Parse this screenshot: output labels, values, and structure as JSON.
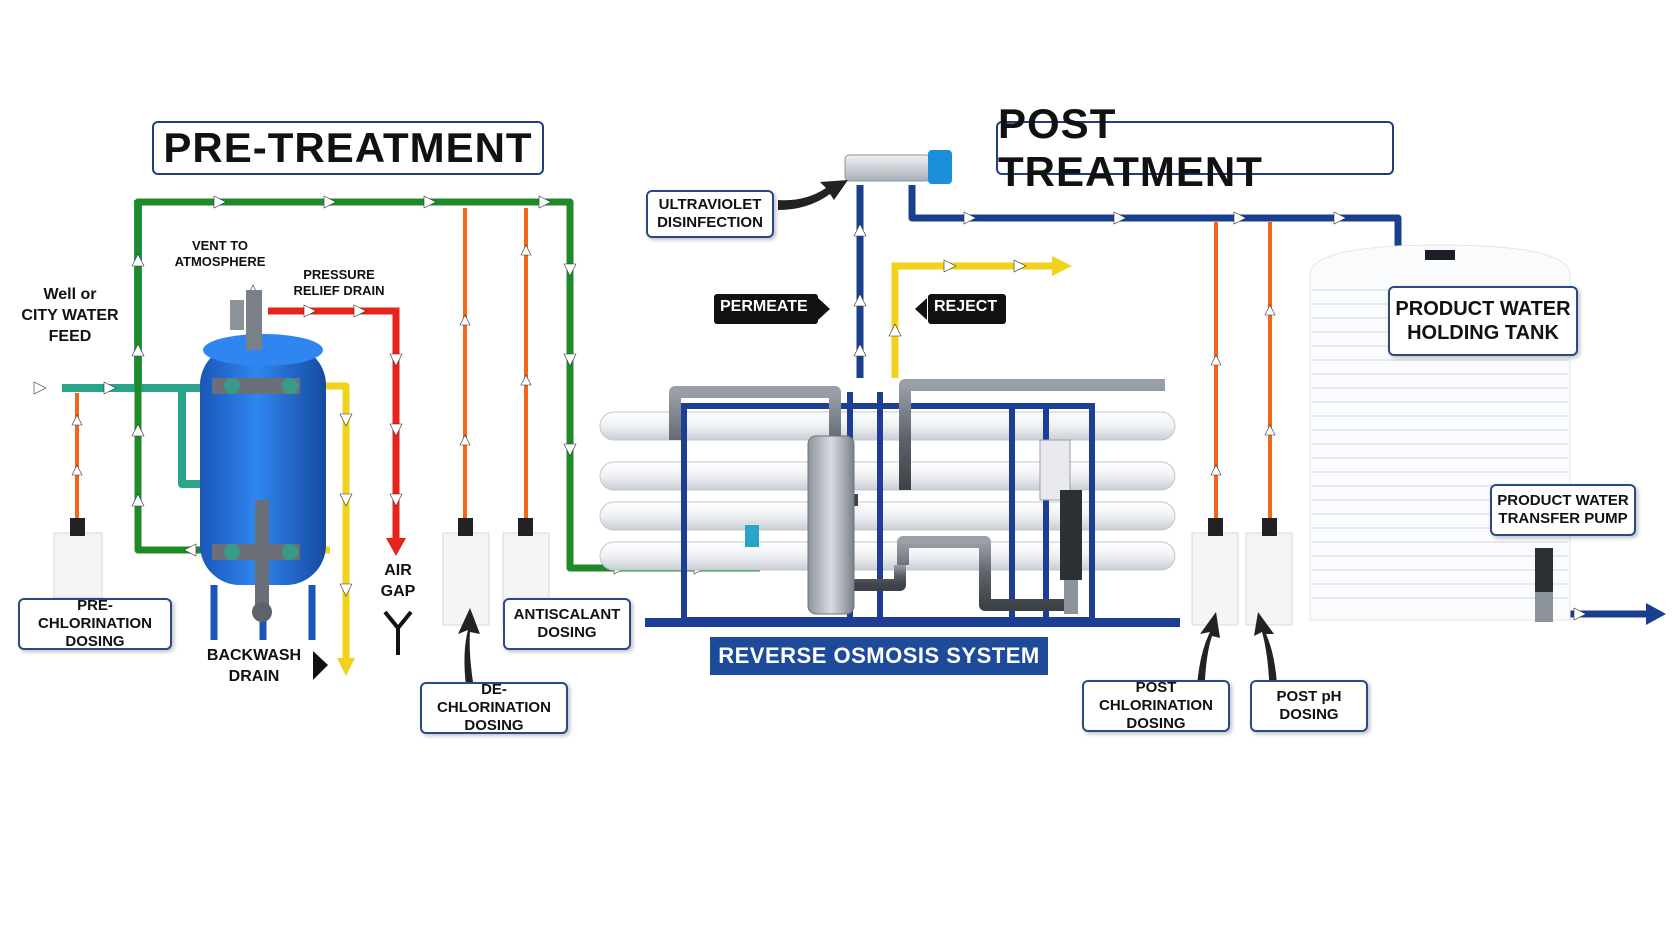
{
  "sections": {
    "pre_treatment": "PRE-TREATMENT",
    "post_treatment": "POST TREATMENT"
  },
  "labels": {
    "feed": [
      "Well or",
      "CITY WATER",
      "FEED"
    ],
    "vent": [
      "VENT TO",
      "ATMOSPHERE"
    ],
    "pressure_relief": [
      "PRESSURE",
      "RELIEF DRAIN"
    ],
    "air_gap": [
      "AIR",
      "GAP"
    ],
    "backwash_drain": [
      "BACKWASH",
      "DRAIN"
    ],
    "pre_chlorination": [
      "PRE-CHLORINATION",
      "DOSING"
    ],
    "de_chlorination": [
      "DE-CHLORINATION",
      "DOSING"
    ],
    "antiscalant": [
      "ANTISCALANT",
      "DOSING"
    ],
    "ultraviolet": [
      "ULTRAVIOLET",
      "DISINFECTION"
    ],
    "permeate": "PERMEATE",
    "reject": "REJECT",
    "ro_system": "REVERSE OSMOSIS SYSTEM",
    "product_tank": [
      "PRODUCT WATER",
      "HOLDING TANK"
    ],
    "transfer_pump": [
      "PRODUCT WATER",
      "TRANSFER PUMP"
    ],
    "post_chlorination": [
      "POST CHLORINATION",
      "DOSING"
    ],
    "post_ph": [
      "POST pH",
      "DOSING"
    ]
  },
  "colors": {
    "feed_teal": "#2aa58c",
    "green_pipe": "#1f8a2a",
    "blue_pipe": "#1a3f8f",
    "yellow_pipe": "#f2d21a",
    "red_pipe": "#e8231b",
    "orange_dosing": "#f2661a",
    "vessel_blue": "#1f6fd6",
    "membrane_white": "#f1f3f6",
    "label_border": "#2a4a86",
    "ro_banner": "#1e4a9a"
  },
  "icons": [
    "flow-arrow-icon",
    "air-gap-icon",
    "pointer-arrow-icon"
  ]
}
